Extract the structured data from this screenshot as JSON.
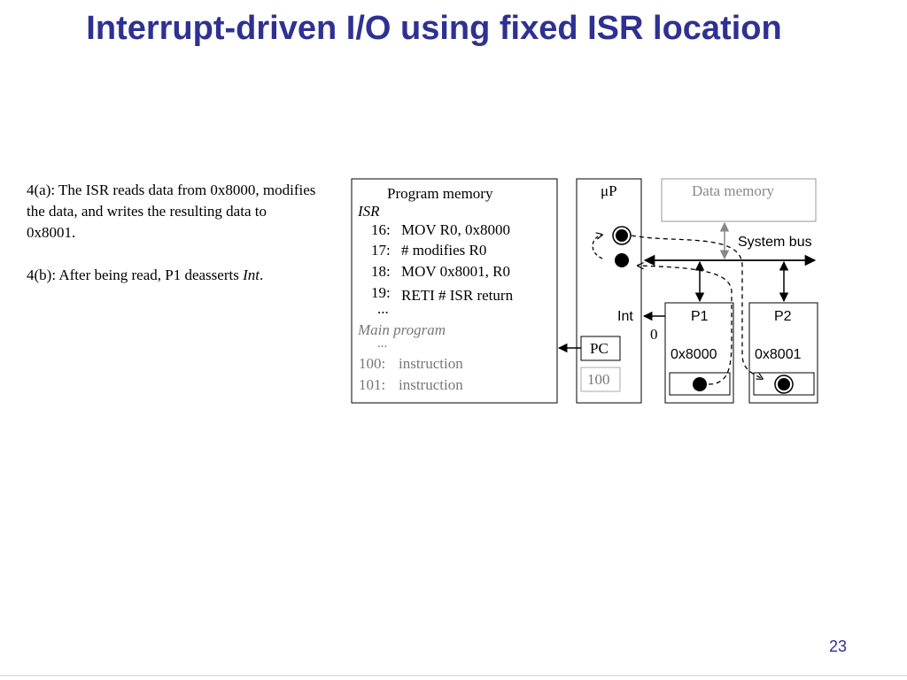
{
  "title": "Interrupt-driven I/O using fixed ISR location",
  "left_text": {
    "p1": "4(a): The ISR reads data from 0x8000, modifies the data, and writes the resulting data to 0x8001.",
    "p2_before": "4(b): After being read, P1 deasserts ",
    "p2_italic": "Int",
    "p2_after": "."
  },
  "program_memory": {
    "title": "Program memory",
    "isr_label": "ISR",
    "isr_lines": [
      {
        "addr": "16:",
        "code": "MOV R0, 0x8000"
      },
      {
        "addr": "17:",
        "code": "# modifies R0"
      },
      {
        "addr": "18:",
        "code": "MOV 0x8001, R0"
      },
      {
        "addr": "19:",
        "code": "RETI  # ISR return"
      }
    ],
    "ellipsis": "...",
    "main_label": "Main program",
    "main_lines": [
      {
        "addr": "100:",
        "code": "instruction"
      },
      {
        "addr": "101:",
        "code": "instruction"
      }
    ]
  },
  "up": {
    "label": "μP",
    "pc_label": "PC",
    "pc_value": "100"
  },
  "data_memory": {
    "label": "Data memory"
  },
  "system_bus": {
    "label": "System bus"
  },
  "int_label": "Int",
  "int_value": "0",
  "p1": {
    "label": "P1",
    "addr": "0x8000"
  },
  "p2": {
    "label": "P2",
    "addr": "0x8001"
  },
  "colors": {
    "title": "#2e3192",
    "gray_text": "#777777",
    "gray_border": "#999999"
  },
  "page_number": "23"
}
